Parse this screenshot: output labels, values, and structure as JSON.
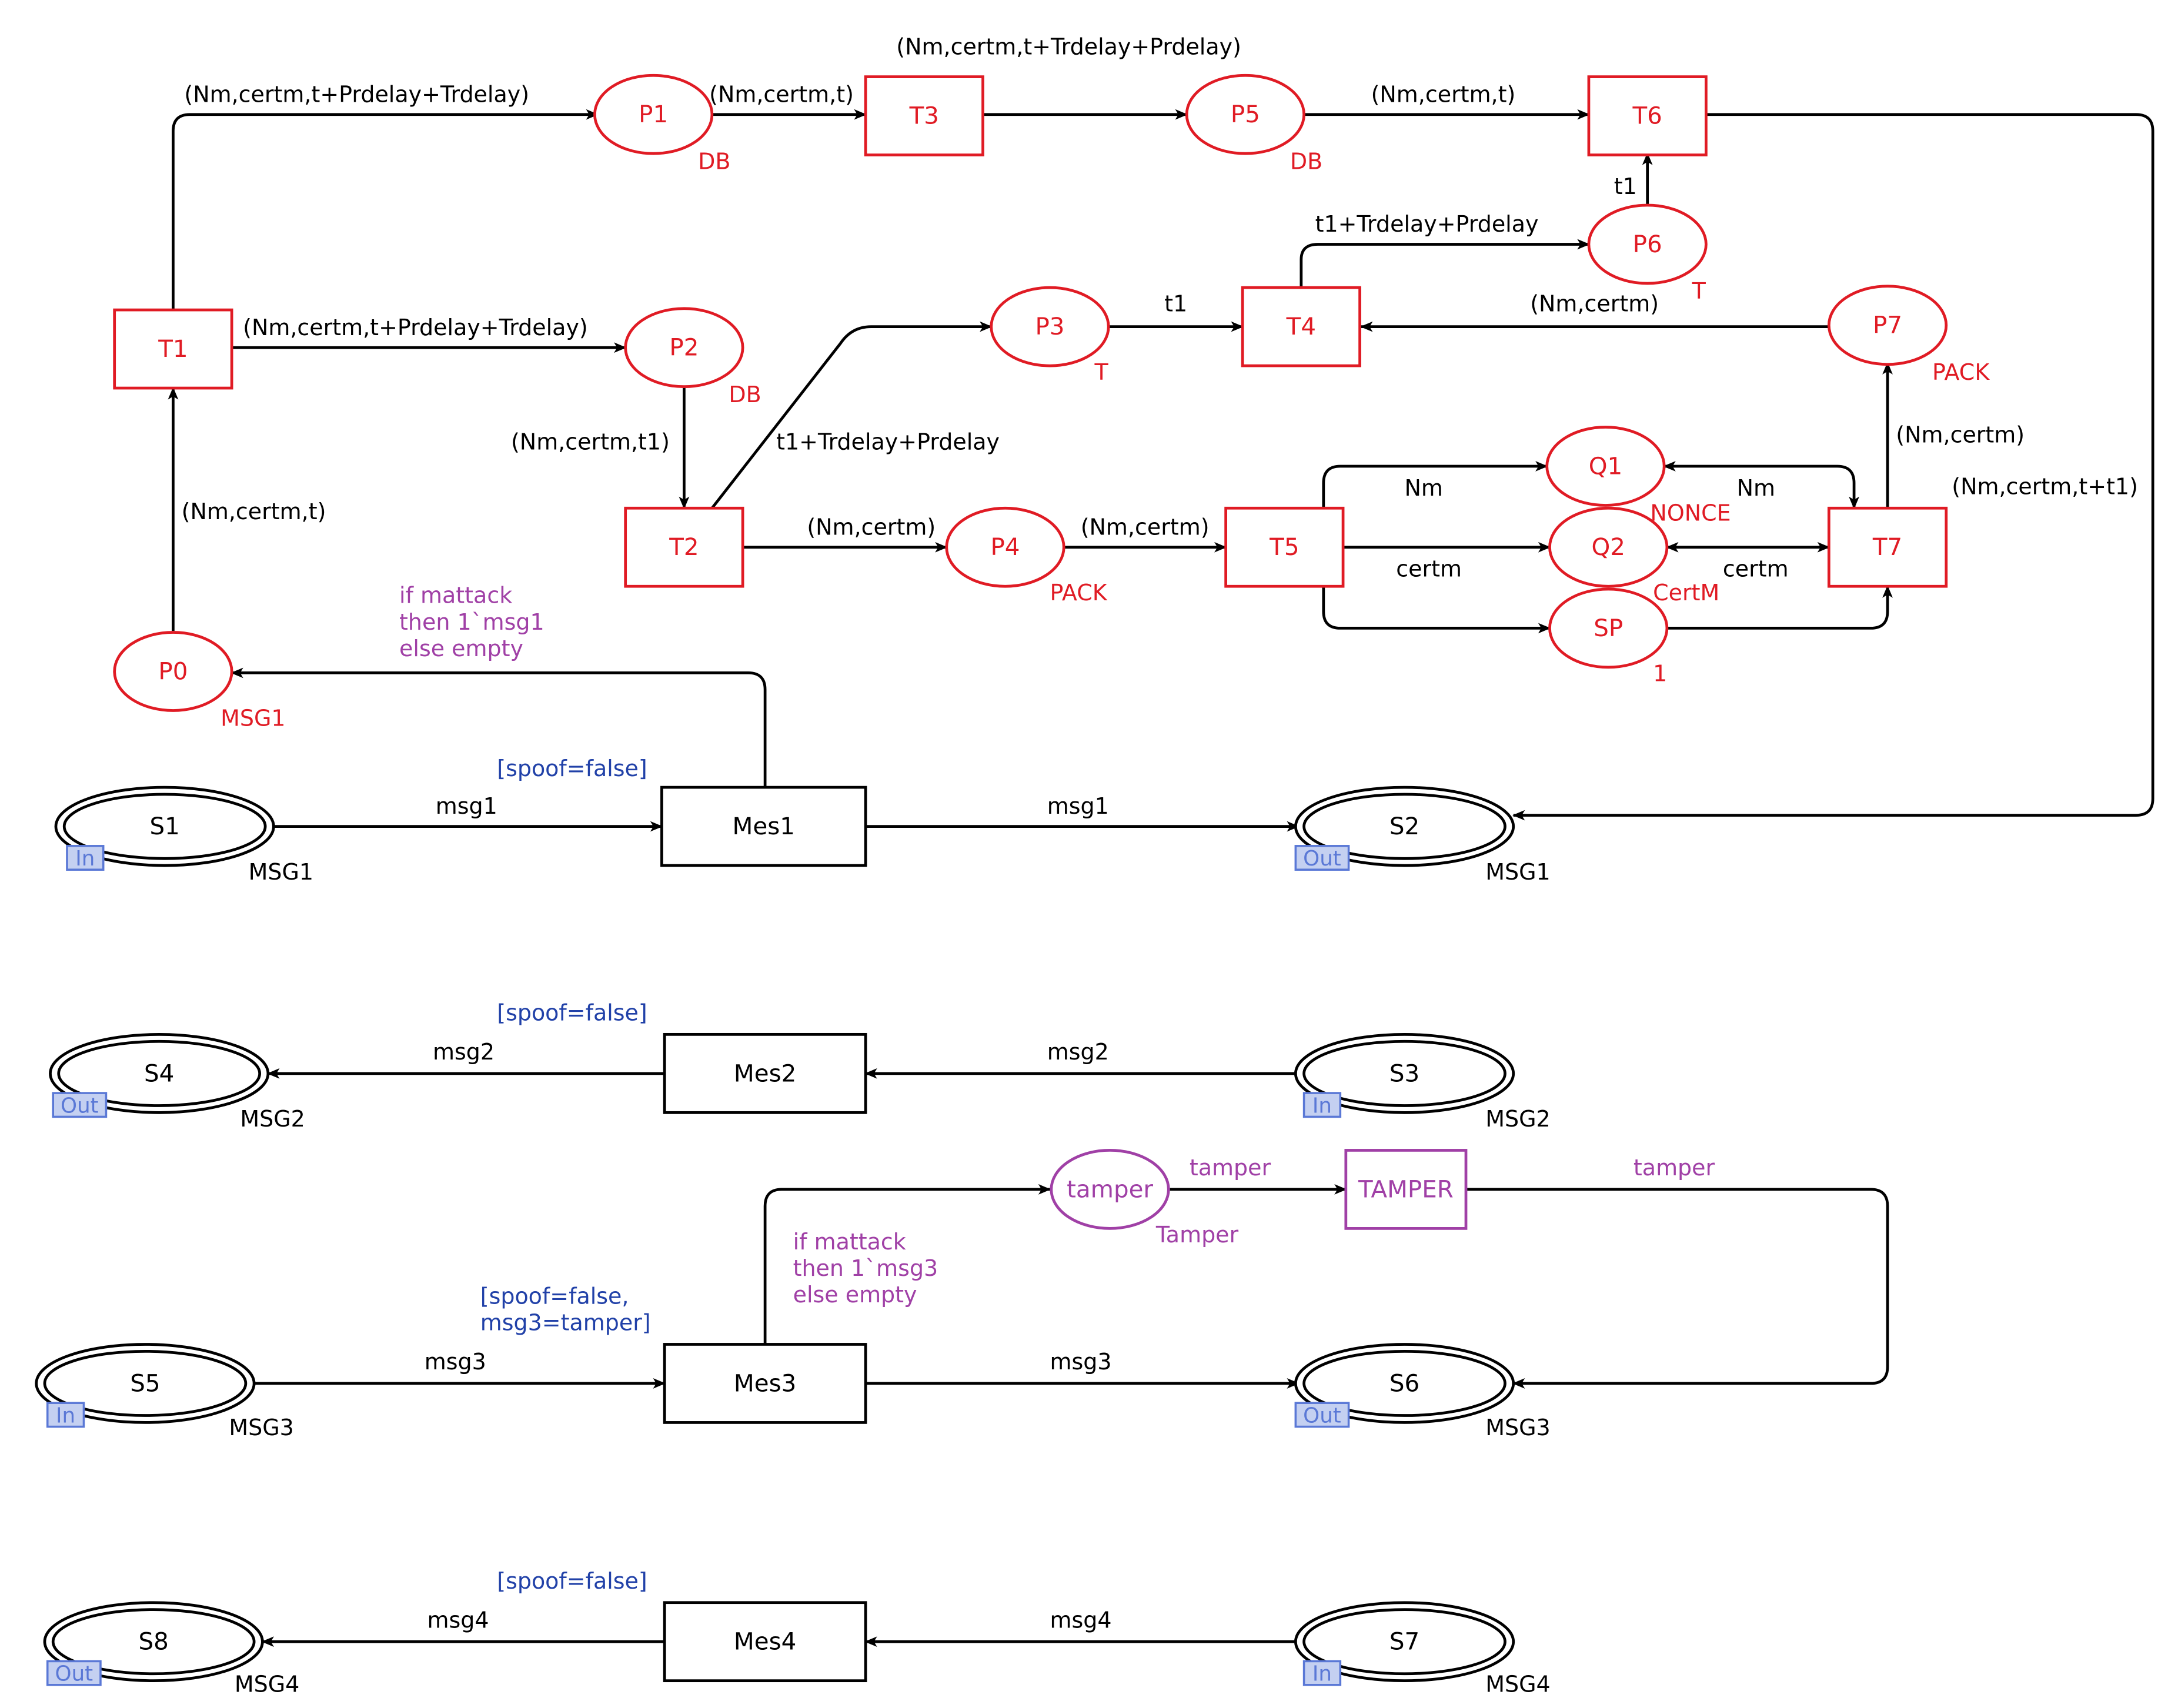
{
  "colors": {
    "red": "#e01b24",
    "purple": "#a040a6",
    "blue": "#2141a8",
    "black": "#000000",
    "port_fill": "#c4d0f1",
    "port_text": "#5a78d6"
  },
  "places": {
    "P0": {
      "name": "P0",
      "type": "MSG1"
    },
    "P1": {
      "name": "P1",
      "type": "DB"
    },
    "P2": {
      "name": "P2",
      "type": "DB"
    },
    "P3": {
      "name": "P3",
      "type": "T"
    },
    "P4": {
      "name": "P4",
      "type": "PACK"
    },
    "P5": {
      "name": "P5",
      "type": "DB"
    },
    "P6": {
      "name": "P6",
      "type": "T"
    },
    "P7": {
      "name": "P7",
      "type": "PACK"
    },
    "Q1": {
      "name": "Q1",
      "type": "NONCE"
    },
    "Q2": {
      "name": "Q2",
      "type": "CertM"
    },
    "SP": {
      "name": "SP",
      "type": "1"
    },
    "tamper": {
      "name": "tamper",
      "type": "Tamper"
    }
  },
  "sockets": {
    "S1": {
      "name": "S1",
      "type": "MSG1",
      "port": "In"
    },
    "S2": {
      "name": "S2",
      "type": "MSG1",
      "port": "Out"
    },
    "S3": {
      "name": "S3",
      "type": "MSG2",
      "port": "In"
    },
    "S4": {
      "name": "S4",
      "type": "MSG2",
      "port": "Out"
    },
    "S5": {
      "name": "S5",
      "type": "MSG3",
      "port": "In"
    },
    "S6": {
      "name": "S6",
      "type": "MSG3",
      "port": "Out"
    },
    "S7": {
      "name": "S7",
      "type": "MSG4",
      "port": "In"
    },
    "S8": {
      "name": "S8",
      "type": "MSG4",
      "port": "Out"
    }
  },
  "transitions": {
    "T1": "T1",
    "T2": "T2",
    "T3": "T3",
    "T4": "T4",
    "T5": "T5",
    "T6": "T6",
    "T7": "T7",
    "Mes1": "Mes1",
    "Mes2": "Mes2",
    "Mes3": "Mes3",
    "Mes4": "Mes4",
    "TAMPER": "TAMPER"
  },
  "guards": {
    "mes1": "[spoof=false]",
    "mes2": "[spoof=false]",
    "mes3": [
      "[spoof=false,",
      "msg3=tamper]"
    ],
    "mes4": "[spoof=false]"
  },
  "arcs": {
    "t1_p1": "(Nm,certm,t+Prdelay+Trdelay)",
    "p1_t3": "(Nm,certm,t)",
    "t3_p5": "(Nm,certm,t+Trdelay+Prdelay)",
    "p5_t6": "(Nm,certm,t)",
    "p6_t6": "t1",
    "t4_p6": "t1+Trdelay+Prdelay",
    "t1_p2": "(Nm,certm,t+Prdelay+Trdelay)",
    "p3_t4": "t1",
    "p7_t4": "(Nm,certm)",
    "p2_t2": "(Nm,certm,t1)",
    "t2_p3": "t1+Trdelay+Prdelay",
    "t5_q1": "Nm",
    "q1_t7": "Nm",
    "t7_p7": "(Nm,certm)",
    "t6_s2": "(Nm,certm,t+t1)",
    "p0_t1": "(Nm,certm,t)",
    "t2_p4": "(Nm,certm)",
    "p4_t5": "(Nm,certm)",
    "t5_q2": "certm",
    "q2_t7": "certm",
    "mes1_p0": [
      "if mattack",
      "then 1`msg1",
      "else empty"
    ],
    "s1_mes1": "msg1",
    "mes1_s2": "msg1",
    "mes2_s4": "msg2",
    "s3_mes2": "msg2",
    "mes3_tamper": [
      "if mattack",
      "then 1`msg3",
      "else empty"
    ],
    "tamper_TAMPER": "tamper",
    "TAMPER_s6": "tamper",
    "s5_mes3": "msg3",
    "mes3_s6": "msg3",
    "mes4_s8": "msg4",
    "s7_mes4": "msg4"
  }
}
